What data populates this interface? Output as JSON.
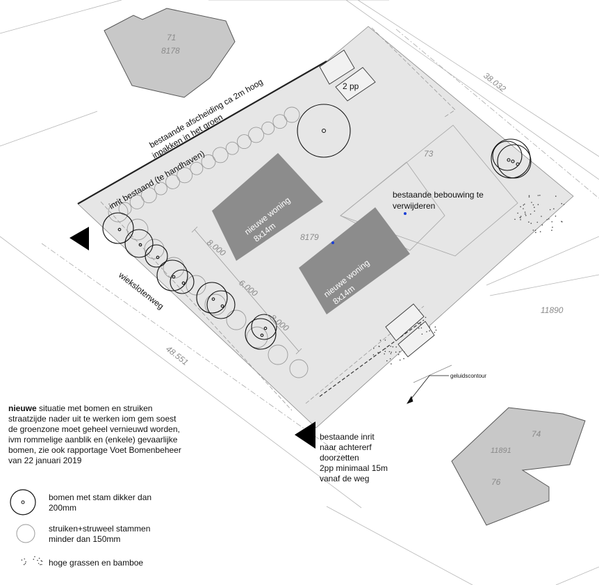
{
  "parcels": {
    "p71": {
      "number": "71",
      "code": "8178"
    },
    "p73": {
      "number": "73"
    },
    "p74": {
      "number": "74",
      "code": "11891"
    },
    "p76": {
      "number": "76"
    },
    "plot_code": "8179",
    "neighbour_code": "11890"
  },
  "dimensions": {
    "length_top": "38.032",
    "length_road": "48.551",
    "setback_1": "8.000",
    "setback_2": "6.000",
    "setback_3": "8.000"
  },
  "labels": {
    "hedge_line1": "bestaande afscheiding ca 2m hoog",
    "hedge_line2": "inpakken in het groen",
    "driveway_existing": "inrit bestaand (te handhaven)",
    "parking_top": "2 pp",
    "house1_line1": "nieuwe woning",
    "house1_line2": "8x14m",
    "house2_line1": "nieuwe woning",
    "house2_line2": "8x14m",
    "demolish_line1": "bestaande bebouwing te",
    "demolish_line2": "verwijderen",
    "road": "wiekslotenweg",
    "noise_contour": "geluidscontour",
    "driveway_rear": [
      "bestaande inrit",
      "naar achtererf",
      "doorzetten",
      "2pp minimaal 15m",
      "vanaf de weg"
    ]
  },
  "note": {
    "bold": "nieuwe",
    "line1_rest": " situatie met bomen en struiken",
    "lines": [
      "straatzijde nader uit te werken iom gem soest",
      "de groenzone moet geheel vernieuwd worden,",
      "ivm rommelige aanblik en (enkele) gevaarlijke",
      "bomen, zie ook rapportage Voet Bomenbeheer",
      "van 22 januari 2019"
    ]
  },
  "legend": {
    "trees": [
      "bomen met stam dikker dan",
      "200mm"
    ],
    "shrubs": [
      "struiken+struweel stammen",
      "minder dan 150mm"
    ],
    "grass": "hoge grassen en bamboe"
  },
  "colors": {
    "plot_fill": "#e6e6e6",
    "building_fill": "#c8c8c8",
    "new_house_fill": "#8c8c8c",
    "tree_stroke": "#111111",
    "shrub_stroke": "#9a9a9a",
    "marker_blue": "#1a3fd6"
  }
}
